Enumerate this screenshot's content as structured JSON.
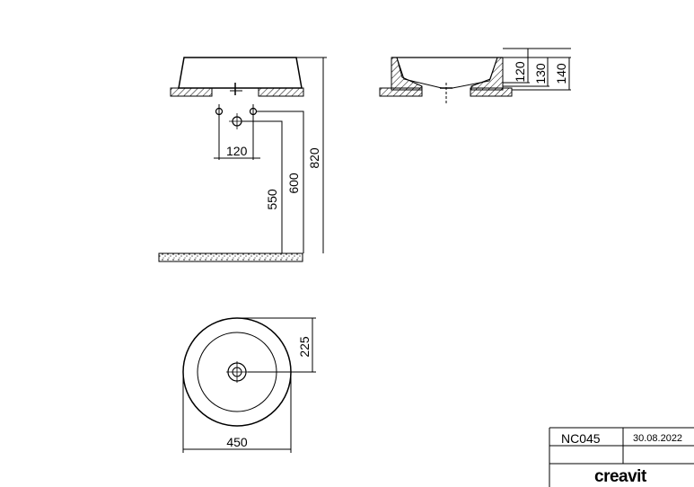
{
  "dimensions": {
    "faucet_spacing": "120",
    "drain_height": "550",
    "faucet_height": "600",
    "total_height": "820",
    "side_h1": "120",
    "side_h2": "130",
    "side_h3": "140",
    "radius": "225",
    "diameter": "450"
  },
  "title_block": {
    "code": "NC045",
    "date": "30.08.2022",
    "brand": "creavit"
  }
}
